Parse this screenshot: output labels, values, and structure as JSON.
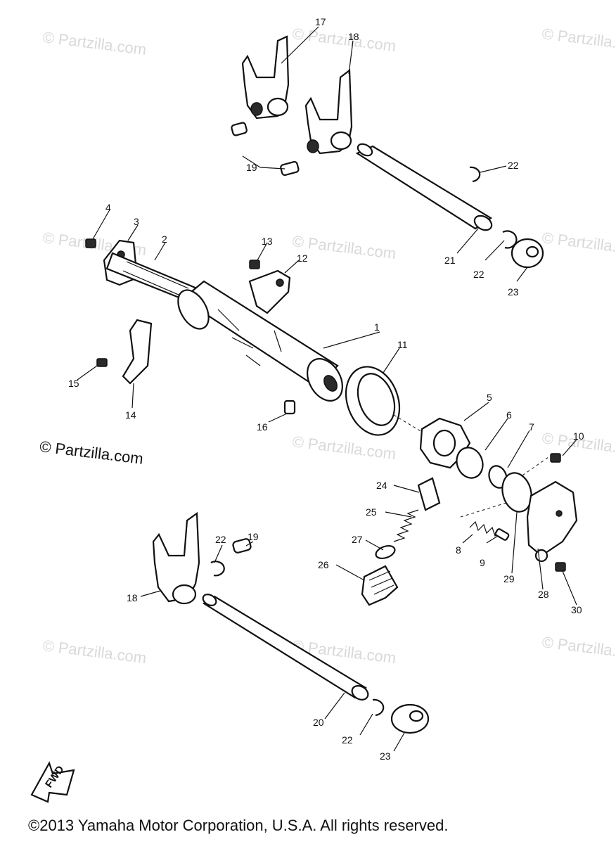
{
  "watermark_text": "© Partzilla.com",
  "site_mark": "© Partzilla.com",
  "copyright": "©2013  Yamaha Motor Corporation, U.S.A. All rights reserved.",
  "front_arrow_label": "FWD",
  "callouts": {
    "c1": "1",
    "c2": "2",
    "c3": "3",
    "c4": "4",
    "c5": "5",
    "c6": "6",
    "c7": "7",
    "c8": "8",
    "c9": "9",
    "c10": "10",
    "c11": "11",
    "c12": "12",
    "c13": "13",
    "c14": "14",
    "c15": "15",
    "c16": "16",
    "c17": "17",
    "c18a": "18",
    "c18b": "18",
    "c19a": "19",
    "c19b": "19",
    "c20": "20",
    "c21": "21",
    "c22a": "22",
    "c22b": "22",
    "c22c": "22",
    "c22d": "22",
    "c23a": "23",
    "c23b": "23",
    "c24": "24",
    "c25": "25",
    "c26": "26",
    "c27": "27",
    "c28": "28",
    "c29": "29",
    "c30": "30"
  }
}
